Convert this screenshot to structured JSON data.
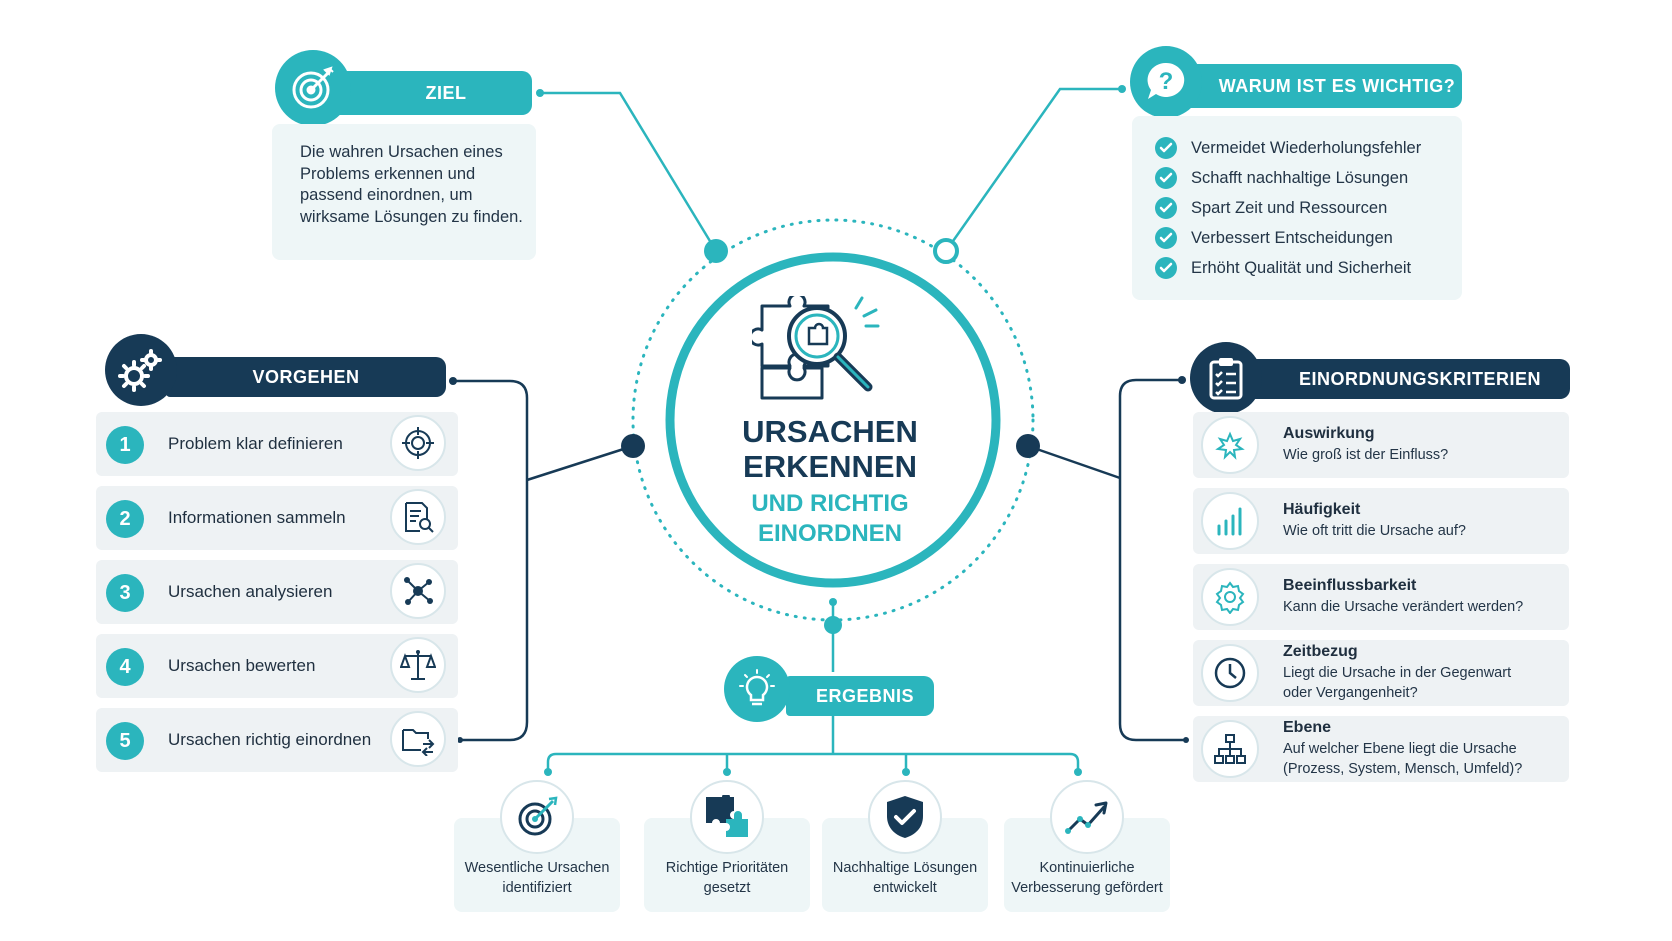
{
  "colors": {
    "teal": "#2bb5bd",
    "navy": "#173a56",
    "card": "#eef6f7"
  },
  "center": {
    "line1": "URSACHEN",
    "line2": "ERKENNEN",
    "line3": "UND RICHTIG",
    "line4": "EINORDNEN",
    "icon": "puzzle-magnifier-icon"
  },
  "ziel": {
    "title": "ZIEL",
    "icon": "target-icon",
    "text": [
      "Die wahren Ursachen eines",
      "Problems erkennen und",
      "passend einordnen, um",
      "wirksame Lösungen zu finden."
    ]
  },
  "warum": {
    "title": "WARUM IST ES WICHTIG?",
    "icon": "question-bubble-icon",
    "items": [
      "Vermeidet Wiederholungsfehler",
      "Schafft nachhaltige Lösungen",
      "Spart Zeit und Ressourcen",
      "Verbessert Entscheidungen",
      "Erhöht Qualität und Sicherheit"
    ]
  },
  "vorgehen": {
    "title": "VORGEHEN",
    "icon": "gears-icon",
    "steps": [
      {
        "num": "1",
        "label": "Problem klar definieren",
        "icon": "crosshair-icon"
      },
      {
        "num": "2",
        "label": "Informationen sammeln",
        "icon": "document-search-icon"
      },
      {
        "num": "3",
        "label": "Ursachen analysieren",
        "icon": "network-icon"
      },
      {
        "num": "4",
        "label": "Ursachen bewerten",
        "icon": "scale-icon"
      },
      {
        "num": "5",
        "label": "Ursachen richtig einordnen",
        "icon": "folder-sort-icon"
      }
    ]
  },
  "kriterien": {
    "title": "EINORDNUNGSKRITERIEN",
    "icon": "clipboard-icon",
    "items": [
      {
        "title": "Auswirkung",
        "desc": [
          "Wie groß ist der Einfluss?"
        ],
        "icon": "impact-icon"
      },
      {
        "title": "Häufigkeit",
        "desc": [
          "Wie oft tritt die Ursache auf?"
        ],
        "icon": "bar-chart-icon"
      },
      {
        "title": "Beeinflussbarkeit",
        "desc": [
          "Kann die Ursache verändert werden?"
        ],
        "icon": "gear-icon"
      },
      {
        "title": "Zeitbezug",
        "desc": [
          "Liegt die Ursache in der Gegenwart",
          "oder Vergangenheit?"
        ],
        "icon": "clock-icon"
      },
      {
        "title": "Ebene",
        "desc": [
          "Auf welcher Ebene liegt die Ursache",
          "(Prozess, System, Mensch, Umfeld)?"
        ],
        "icon": "hierarchy-icon"
      }
    ]
  },
  "ergebnis": {
    "title": "ERGEBNIS",
    "icon": "lightbulb-icon",
    "items": [
      {
        "label": [
          "Wesentliche Ursachen",
          "identifiziert"
        ],
        "icon": "target-icon"
      },
      {
        "label": [
          "Richtige Prioritäten",
          "gesetzt"
        ],
        "icon": "puzzle-icon"
      },
      {
        "label": [
          "Nachhaltige Lösungen",
          "entwickelt"
        ],
        "icon": "shield-check-icon"
      },
      {
        "label": [
          "Kontinuierliche",
          "Verbesserung gefördert"
        ],
        "icon": "trend-up-icon"
      }
    ]
  }
}
